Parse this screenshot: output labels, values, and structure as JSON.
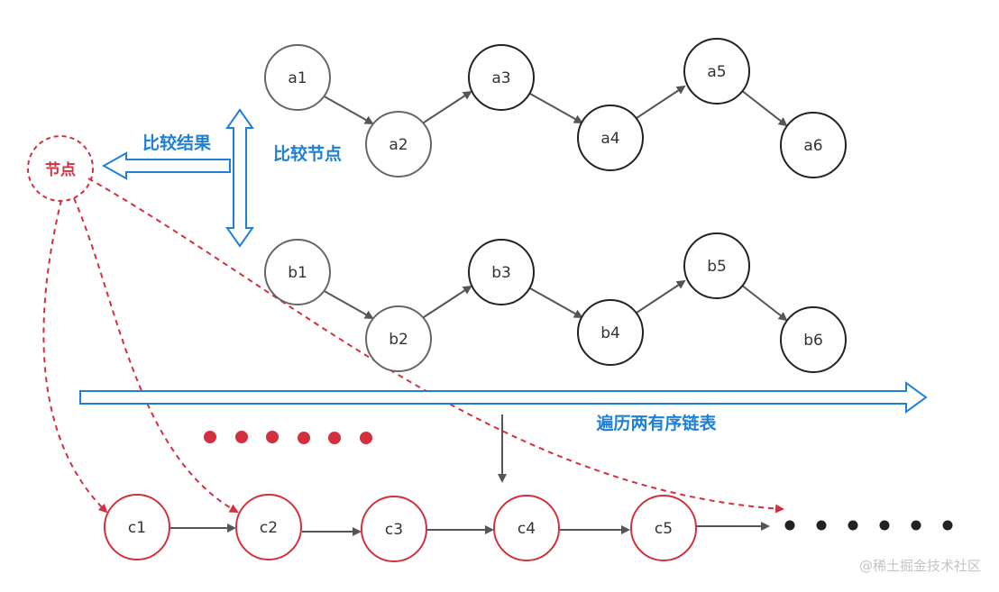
{
  "list_a": [
    "a1",
    "a2",
    "a3",
    "a4",
    "a5",
    "a6"
  ],
  "list_b": [
    "b1",
    "b2",
    "b3",
    "b4",
    "b5",
    "b6"
  ],
  "list_c": [
    "c1",
    "c2",
    "c3",
    "c4",
    "c5"
  ],
  "labels": {
    "node": "节点",
    "compare_result": "比较结果",
    "compare_nodes": "比较节点",
    "traverse": "遍历两有序链表"
  },
  "watermark": "@稀土掘金技术社区",
  "colors": {
    "blue": "#1e7fd6",
    "red": "#d42f3e",
    "gray_stroke": "#666666",
    "dark_stroke": "#222222",
    "arrow": "#555555"
  }
}
